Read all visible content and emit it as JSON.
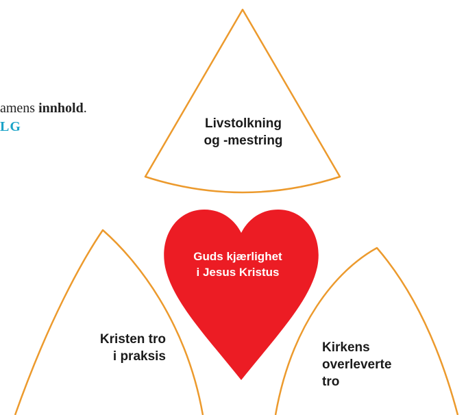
{
  "intro": {
    "line1_prefix": "amens ",
    "line1_bold": "innhold",
    "line1_suffix": ".",
    "line2": "LG"
  },
  "shapes": {
    "top": {
      "lines": [
        "Livstolkning",
        "og -mestring"
      ]
    },
    "heart": {
      "lines": [
        "Guds kjærlighet",
        "i Jesus Kristus"
      ]
    },
    "left": {
      "lines": [
        "Kristen tro",
        "i praksis"
      ]
    },
    "right": {
      "lines": [
        "Kirkens",
        "overleverte",
        "tro"
      ]
    }
  },
  "colors": {
    "outline": "#ec9a2d",
    "heart": "#ec1c24",
    "heading_accent": "#1aa3c8"
  }
}
